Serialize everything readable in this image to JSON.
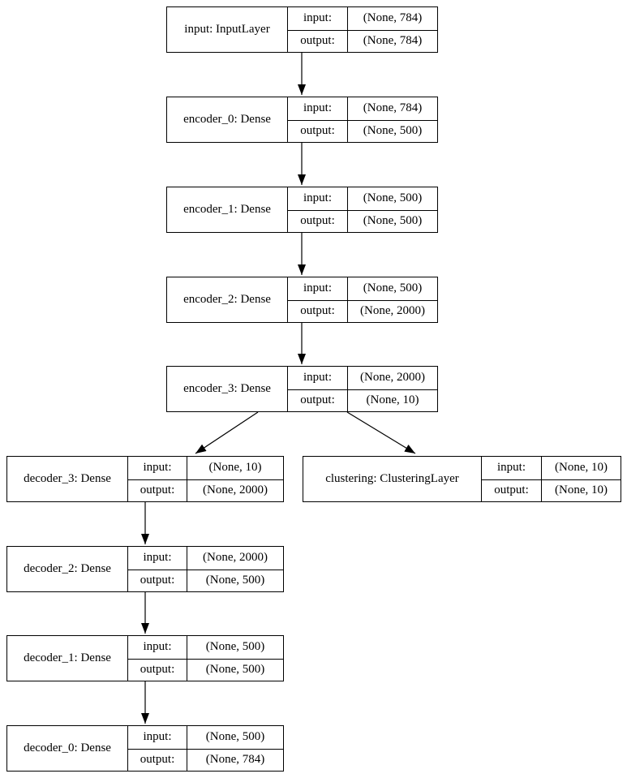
{
  "diagram_type": "keras-model-plot",
  "colors": {
    "background": "#ffffff",
    "node_fill": "#ffffff",
    "node_border": "#000000",
    "text": "#000000",
    "edge": "#000000"
  },
  "nodes": [
    {
      "id": "input",
      "name": "input: InputLayer",
      "rows": [
        {
          "label": "input:",
          "value": "(None, 784)"
        },
        {
          "label": "output:",
          "value": "(None, 784)"
        }
      ]
    },
    {
      "id": "encoder_0",
      "name": "encoder_0: Dense",
      "rows": [
        {
          "label": "input:",
          "value": "(None, 784)"
        },
        {
          "label": "output:",
          "value": "(None, 500)"
        }
      ]
    },
    {
      "id": "encoder_1",
      "name": "encoder_1: Dense",
      "rows": [
        {
          "label": "input:",
          "value": "(None, 500)"
        },
        {
          "label": "output:",
          "value": "(None, 500)"
        }
      ]
    },
    {
      "id": "encoder_2",
      "name": "encoder_2: Dense",
      "rows": [
        {
          "label": "input:",
          "value": "(None, 500)"
        },
        {
          "label": "output:",
          "value": "(None, 2000)"
        }
      ]
    },
    {
      "id": "encoder_3",
      "name": "encoder_3: Dense",
      "rows": [
        {
          "label": "input:",
          "value": "(None, 2000)"
        },
        {
          "label": "output:",
          "value": "(None, 10)"
        }
      ]
    },
    {
      "id": "decoder_3",
      "name": "decoder_3: Dense",
      "rows": [
        {
          "label": "input:",
          "value": "(None, 10)"
        },
        {
          "label": "output:",
          "value": "(None, 2000)"
        }
      ]
    },
    {
      "id": "clustering",
      "name": "clustering: ClusteringLayer",
      "rows": [
        {
          "label": "input:",
          "value": "(None, 10)"
        },
        {
          "label": "output:",
          "value": "(None, 10)"
        }
      ]
    },
    {
      "id": "decoder_2",
      "name": "decoder_2: Dense",
      "rows": [
        {
          "label": "input:",
          "value": "(None, 2000)"
        },
        {
          "label": "output:",
          "value": "(None, 500)"
        }
      ]
    },
    {
      "id": "decoder_1",
      "name": "decoder_1: Dense",
      "rows": [
        {
          "label": "input:",
          "value": "(None, 500)"
        },
        {
          "label": "output:",
          "value": "(None, 500)"
        }
      ]
    },
    {
      "id": "decoder_0",
      "name": "decoder_0: Dense",
      "rows": [
        {
          "label": "input:",
          "value": "(None, 500)"
        },
        {
          "label": "output:",
          "value": "(None, 784)"
        }
      ]
    }
  ],
  "edges": [
    {
      "from": "input",
      "to": "encoder_0"
    },
    {
      "from": "encoder_0",
      "to": "encoder_1"
    },
    {
      "from": "encoder_1",
      "to": "encoder_2"
    },
    {
      "from": "encoder_2",
      "to": "encoder_3"
    },
    {
      "from": "encoder_3",
      "to": "decoder_3"
    },
    {
      "from": "encoder_3",
      "to": "clustering"
    },
    {
      "from": "decoder_3",
      "to": "decoder_2"
    },
    {
      "from": "decoder_2",
      "to": "decoder_1"
    },
    {
      "from": "decoder_1",
      "to": "decoder_0"
    }
  ]
}
